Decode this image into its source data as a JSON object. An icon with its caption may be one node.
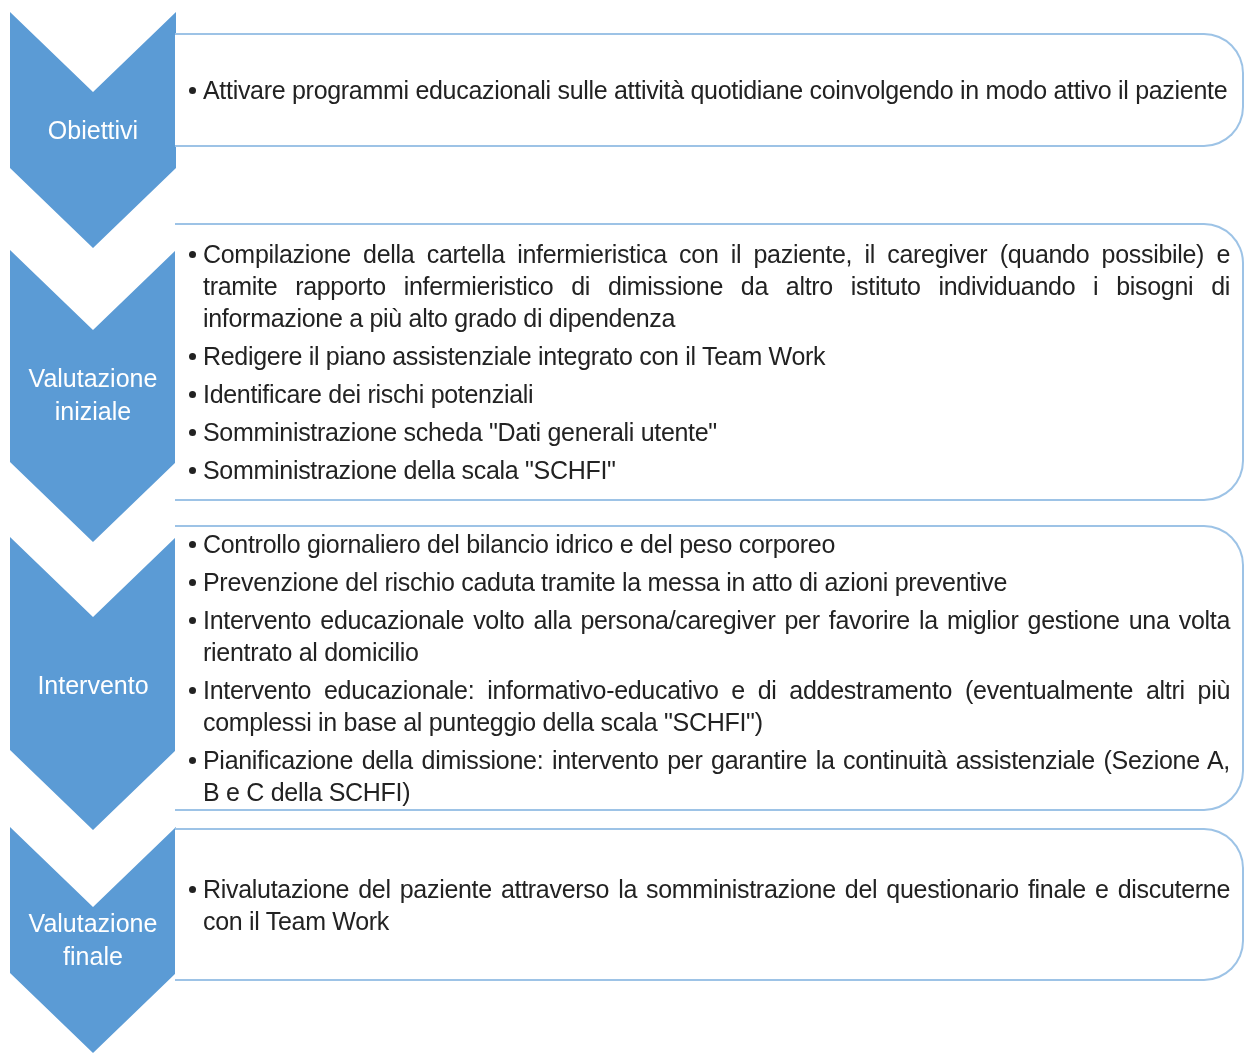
{
  "diagram": {
    "nodes": [
      {
        "text": [
          "Obiettivi"
        ]
      },
      {
        "text": [
          "Attivare programmi educazionali sulle attività quotidiane coinvolgendo in modo attivo il paziente"
        ]
      },
      {
        "text": [
          "Valutazione iniziale"
        ]
      },
      {
        "text": [
          "Compilazione della cartella infermieristica con il paziente, il caregiver (quando possibile) e tramite rapporto infermieristico di dimissione da altro istituto individuando i bisogni di informazione a più alto grado di dipendenza",
          "Redigere il piano assistenziale integrato con il Team Work",
          "Identificare dei rischi potenziali",
          "Somministrazione scheda \"Dati generali utente\"",
          "Somministrazione della scala \"SCHFI\""
        ]
      },
      {
        "text": [
          "Intervento"
        ]
      },
      {
        "text": [
          "Controllo giornaliero del bilancio idrico e del peso corporeo",
          "Prevenzione del rischio caduta tramite la messa in atto di azioni preventive",
          "Intervento educazionale volto alla persona/caregiver per favorire la miglior gestione una volta rientrato al domicilio",
          "Intervento educazionale: informativo-educativo e di addestramento (eventualmente altri più complessi in base al punteggio della scala \"SCHFI\")",
          "Pianificazione della dimissione: intervento per garantire la continuità assistenziale (Sezione A, B e C della SCHFI)"
        ]
      },
      {
        "text": [
          "Valutazione finale"
        ]
      },
      {
        "text": [
          "Rivalutazione del paziente  attraverso la somministrazione del questionario finale e discuterne con il Team Work"
        ]
      }
    ]
  }
}
